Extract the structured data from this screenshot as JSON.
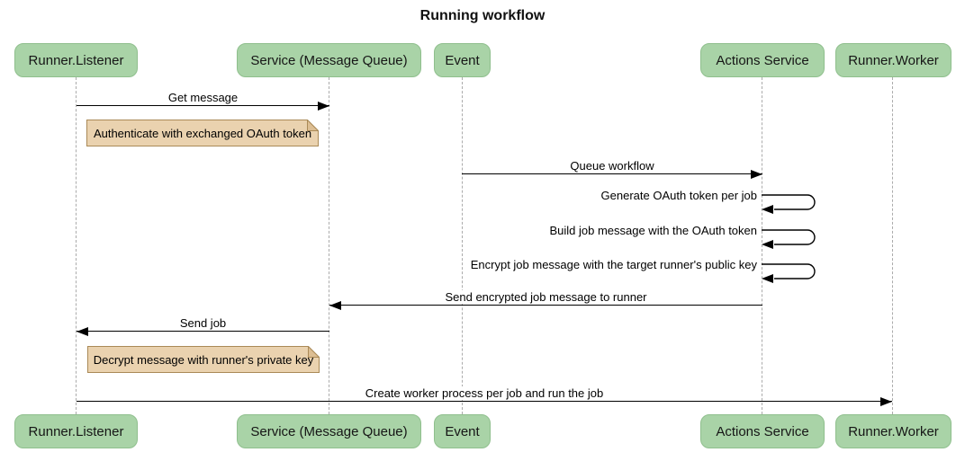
{
  "title": "Running workflow",
  "colors": {
    "actor_fill": "#a9d3a7",
    "actor_border": "#8fbf8d",
    "note_fill": "#ead2af",
    "note_fold": "#dcbe93",
    "note_border": "#aa8a57",
    "lifeline": "#ababab",
    "message": "#000000"
  },
  "actors": [
    {
      "id": "runner-listener",
      "label": "Runner.Listener"
    },
    {
      "id": "service-message-queue",
      "label": "Service (Message Queue)"
    },
    {
      "id": "event",
      "label": "Event"
    },
    {
      "id": "actions-service",
      "label": "Actions Service"
    },
    {
      "id": "runner-worker",
      "label": "Runner.Worker"
    }
  ],
  "messages": [
    {
      "label": "Get message",
      "from": "Runner.Listener",
      "to": "Service (Message Queue)",
      "direction": "right"
    },
    {
      "label": "Queue workflow",
      "from": "Event",
      "to": "Actions Service",
      "direction": "right"
    },
    {
      "label": "Generate OAuth token per job",
      "from": "Actions Service",
      "to": "Actions Service",
      "direction": "self"
    },
    {
      "label": "Build job message with the OAuth token",
      "from": "Actions Service",
      "to": "Actions Service",
      "direction": "self"
    },
    {
      "label": "Encrypt job message with the target runner's public key",
      "from": "Actions Service",
      "to": "Actions Service",
      "direction": "self"
    },
    {
      "label": "Send encrypted job message to runner",
      "from": "Actions Service",
      "to": "Service (Message Queue)",
      "direction": "left"
    },
    {
      "label": "Send job",
      "from": "Service (Message Queue)",
      "to": "Runner.Listener",
      "direction": "left"
    },
    {
      "label": "Create worker process per job and run the job",
      "from": "Runner.Listener",
      "to": "Runner.Worker",
      "direction": "right"
    }
  ],
  "notes": [
    {
      "label": "Authenticate with exchanged OAuth token",
      "anchor": "Runner.Listener"
    },
    {
      "label": "Decrypt message with runner's private key",
      "anchor": "Runner.Listener"
    }
  ]
}
